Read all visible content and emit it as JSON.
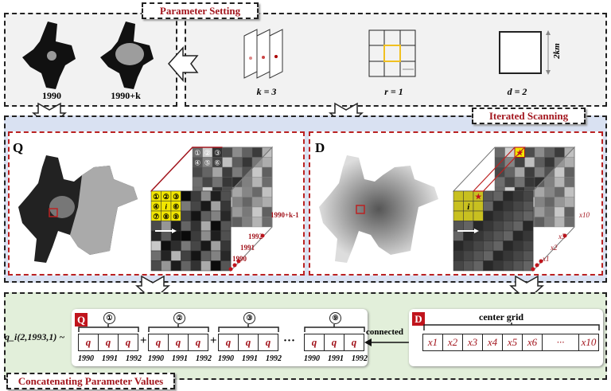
{
  "sections": {
    "parameter_setting": "Parameter Setting",
    "iterated_scanning": "Iterated Scanning",
    "concatenating": "Concatenating Parameter Values"
  },
  "parameter_setting": {
    "map_labels": [
      "1990",
      "1990+k"
    ],
    "k_label": "k = 3",
    "r_label": "r = 1",
    "d_label": "d = 2",
    "d_dimension": "2km"
  },
  "scanning": {
    "q_panel_label": "Q",
    "d_panel_label": "D",
    "q_year_labels": [
      "1990+k-1",
      "1992",
      "1991",
      "1990"
    ],
    "q_cell_numbers": [
      "①",
      "②",
      "③",
      "④",
      "i",
      "⑥",
      "⑦",
      "⑧",
      "⑨"
    ],
    "q_layer_numbers": [
      "①",
      "②",
      "③",
      "④",
      "⑤",
      "⑥"
    ],
    "d_center_label": "i",
    "d_layer_labels": [
      "x10",
      "x3",
      "x2",
      "x1"
    ]
  },
  "concat": {
    "formula": "q_i(2,1993,1) ~",
    "q_badge": "Q",
    "d_badge": "D",
    "group_numbers": [
      "①",
      "②",
      "③",
      "⑨"
    ],
    "cell_value": "q",
    "years": [
      "1990",
      "1991",
      "1992"
    ],
    "ellipsis": "···",
    "connected_label": "connected",
    "center_grid_label": "center grid",
    "d_cells": [
      "x1",
      "x2",
      "x3",
      "x4",
      "x5",
      "x6",
      "···",
      "x10"
    ]
  },
  "colors": {
    "accent_red": "#a3161e",
    "highlight": "#f2e600",
    "scan_bg": "#d9e1f2",
    "concat_bg": "#e2efda",
    "param_bg": "#f2f2f2"
  }
}
